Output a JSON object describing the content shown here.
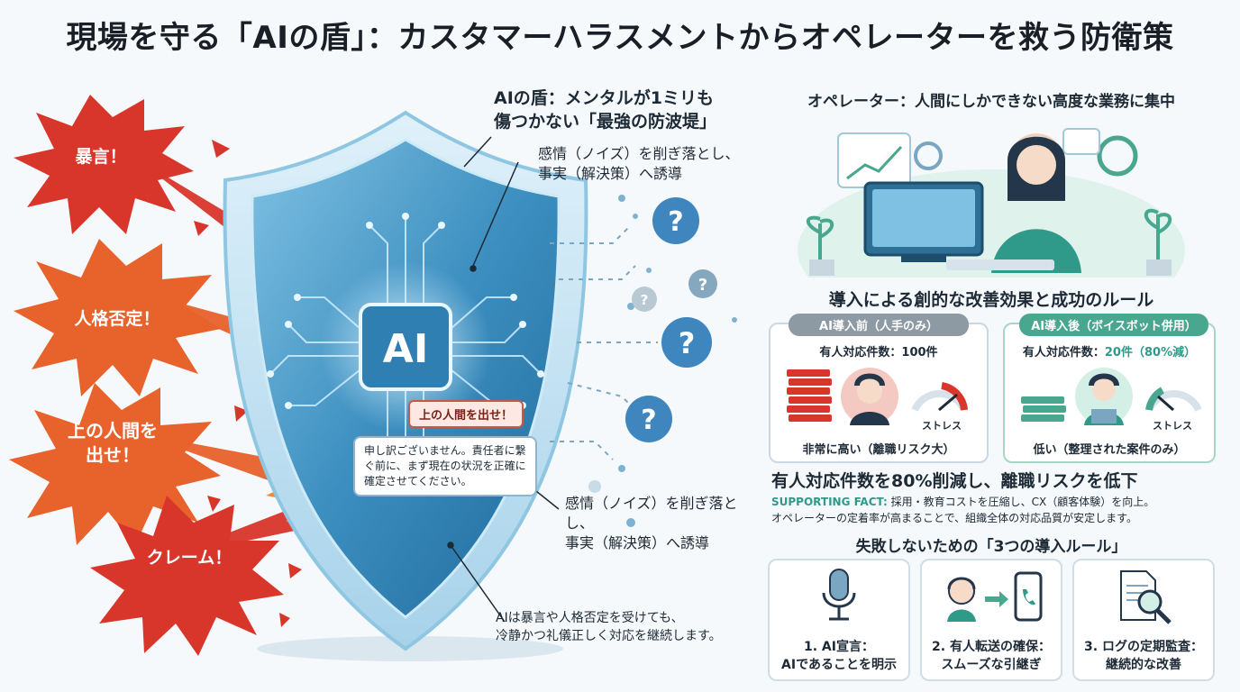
{
  "title": "現場を守る「AIの盾」：カスタマーハラスメントからオペレーターを救う防衛策",
  "left": {
    "bursts": [
      "暴言！",
      "人格否定！",
      "上の人間を\n出せ！",
      "クレーム！"
    ],
    "shield_label": "AI",
    "callout_top_title": "AIの盾：メンタルが1ミリも\n傷つかない「最強の防波堤」",
    "callout_top_sub": "感情（ノイズ）を削ぎ落とし、\n事実（解決策）へ誘導",
    "bubble_red": "上の人間を出せ！",
    "bubble_reply": "申し訳ございません。責任者に繋ぐ前に、まず現在の状況を正確に確定させてください。",
    "callout_mid": "感情（ノイズ）を削ぎ落とし、\n事実（解決策）へ誘導",
    "callout_bottom": "AIは暴言や人格否定を受けても、\n冷静かつ礼儀正しく対応を継続します。",
    "question_mark": "?"
  },
  "right": {
    "operator_heading": "オペレーター：人間にしかできない高度な業務に集中",
    "effects_title": "導入による創的な改善効果と成功のルール",
    "before": {
      "label": "AI導入前（人手のみ）",
      "count": "有人対応件数：100件",
      "stress": "ストレス",
      "result": "非常に高い（離職リスク大）"
    },
    "after": {
      "label": "AI導入後（ボイスボット併用）",
      "count_prefix": "有人対応件数：",
      "count_value": "20件（80%減）",
      "stress": "ストレス",
      "result": "低い（整理された案件のみ）"
    },
    "headline": "有人対応件数を80%削減し、離職リスクを低下",
    "fact_label": "SUPPORTING FACT:",
    "fact_text": " 採用・教育コストを圧縮し、CX（顧客体験）を向上。",
    "fact_line2": "オペレーターの定着率が高まることで、組織全体の対応品質が安定します。",
    "rules_title": "失敗しないための「3つの導入ルール」",
    "rules": [
      {
        "line1": "1. AI宣言：",
        "line2": "AIであることを明示"
      },
      {
        "line1": "2. 有人転送の確保：",
        "line2": "スムーズな引継ぎ"
      },
      {
        "line1": "3. ログの定期監査：",
        "line2": "継続的な改善"
      }
    ]
  },
  "colors": {
    "burst_red": "#d9362b",
    "burst_orange": "#e8622c",
    "shield_blue": "#3d8fc0",
    "accent_teal": "#2f9a8a",
    "before_gray": "#8d99a3",
    "after_green": "#49a78f"
  }
}
